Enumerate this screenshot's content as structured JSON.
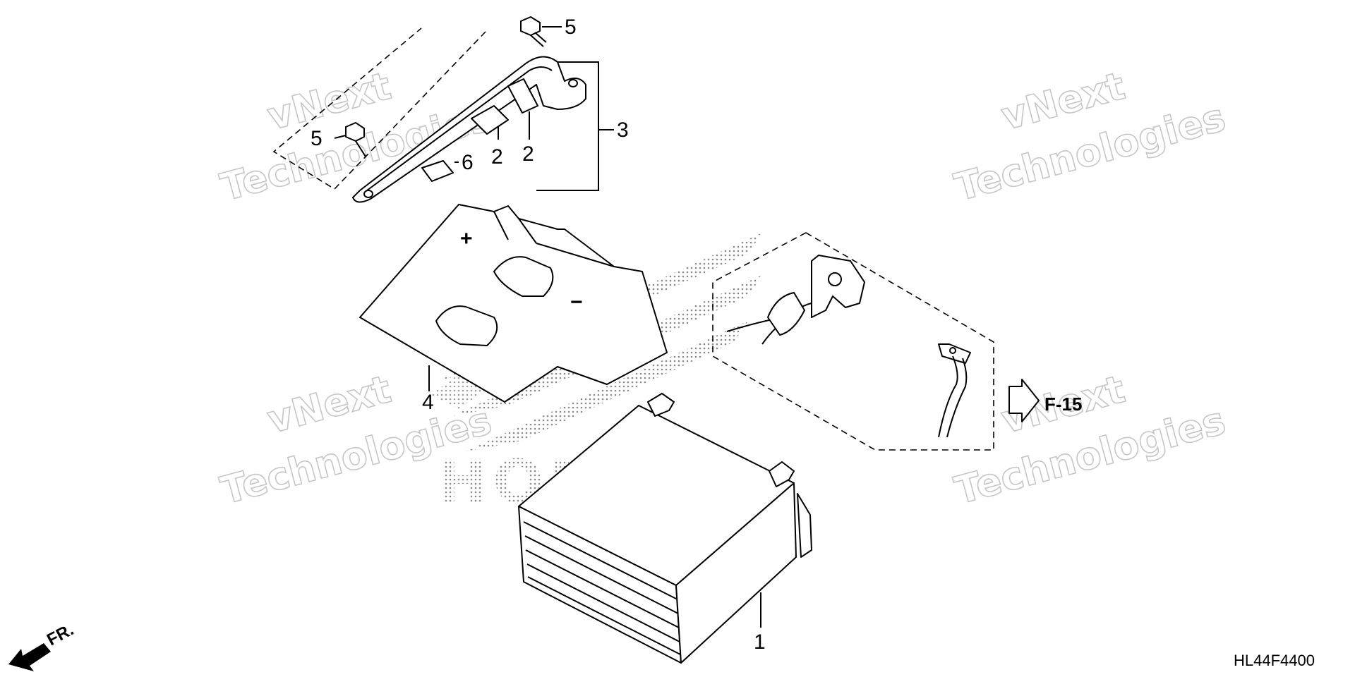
{
  "callouts": {
    "battery": "1",
    "rubber_pad_a": "2",
    "rubber_pad_b": "2",
    "battery_holder": "3",
    "battery_cover": "4",
    "flange_bolt_top": "5",
    "flange_bolt_left": "5",
    "cushion": "6"
  },
  "reference": {
    "label": "F-15"
  },
  "direction": {
    "label": "FR."
  },
  "diagram_code": "HL44F4400",
  "watermark": {
    "line1": "vNext",
    "line2": "Technologies"
  },
  "background_logo": {
    "text": "HONDA"
  },
  "colors": {
    "line": "#000000",
    "halftone": "#9a9a9a",
    "watermark": "#bdbdbd"
  }
}
